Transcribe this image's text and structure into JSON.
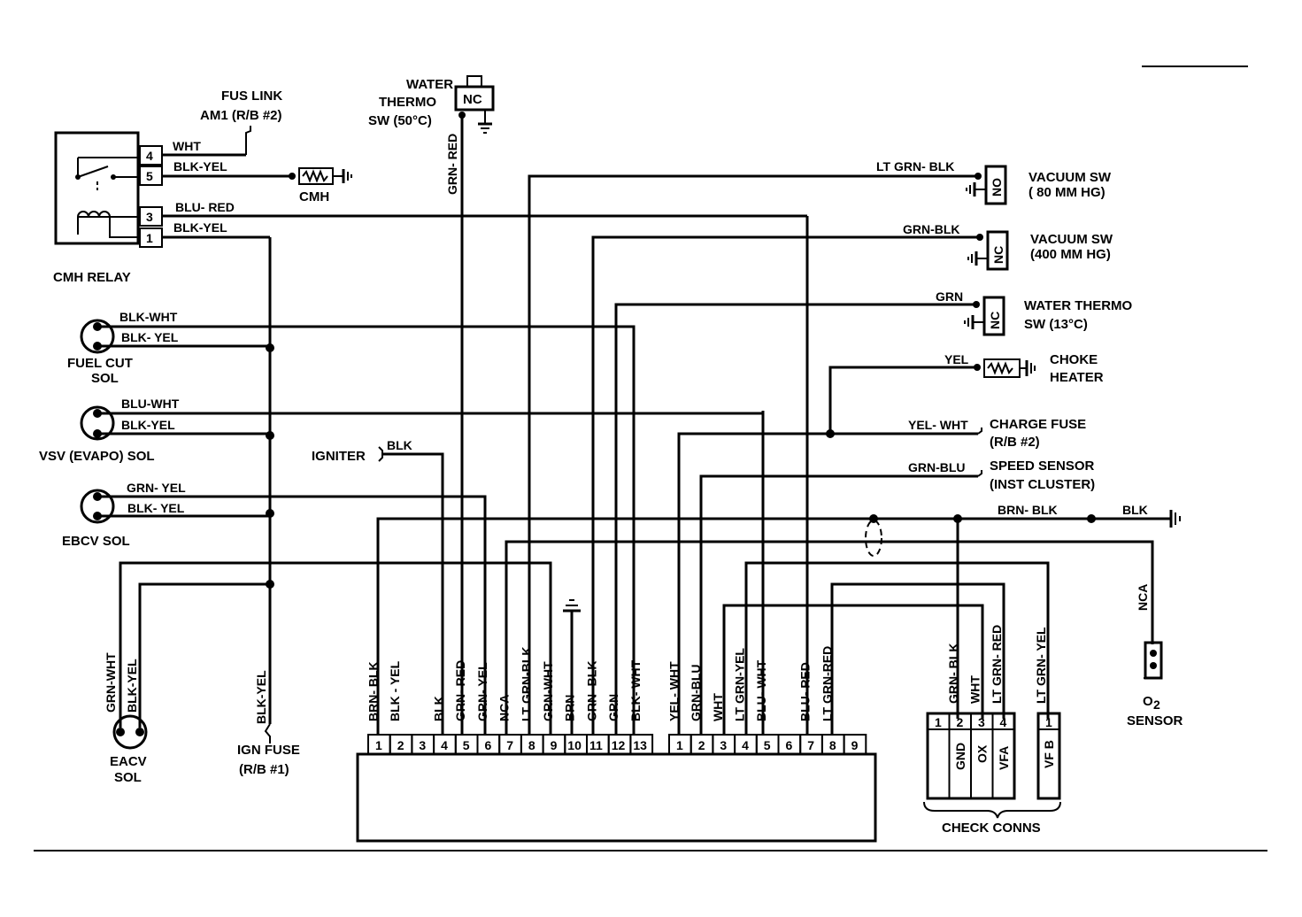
{
  "labels": {
    "fus_link": "FUS LINK",
    "fus_link_sub": "AM1 (R/B #2)",
    "cmh_relay": "CMH RELAY",
    "cmh": "CMH",
    "water_thermo_50_a": "WATER",
    "water_thermo_50_b": "THERMO",
    "water_thermo_50_c": "SW (50°C)",
    "vacuum_sw_80_a": "VACUUM SW",
    "vacuum_sw_80_b": "( 80 MM HG)",
    "vacuum_sw_400_a": "VACUUM SW",
    "vacuum_sw_400_b": "(400 MM HG)",
    "water_thermo_13_a": "WATER THERMO",
    "water_thermo_13_b": "SW (13°C)",
    "choke_heater_a": "CHOKE",
    "choke_heater_b": "HEATER",
    "charge_fuse_a": "CHARGE FUSE",
    "charge_fuse_b": "(R/B #2)",
    "speed_sensor_a": "SPEED SENSOR",
    "speed_sensor_b": "(INST CLUSTER)",
    "fuel_cut_a": "FUEL CUT",
    "fuel_cut_b": "SOL",
    "vsv_evapo": "VSV (EVAPO) SOL",
    "ebcv_sol": "EBCV SOL",
    "eacv_a": "EACV",
    "eacv_b": "SOL",
    "igniter": "IGNITER",
    "ign_fuse_a": "IGN FUSE",
    "ign_fuse_b": "(R/B #1)",
    "o2_sensor_a": "O",
    "o2_sensor_sub": "2",
    "o2_sensor_b": "SENSOR",
    "check_conns": "CHECK CONNS",
    "nc": "NC",
    "no": "NO"
  },
  "wires": {
    "wht": "WHT",
    "blk_yel": "BLK-YEL",
    "blu_red": "BLU- RED",
    "blk_yel_1": "BLK-YEL",
    "grn_red_top": "GRN- RED",
    "lt_grn_blk": "LT GRN- BLK",
    "grn_blk": "GRN-BLK",
    "grn": "GRN",
    "yel": "YEL",
    "yel_wht": "YEL- WHT",
    "grn_blu": "GRN-BLU",
    "brn_blk": "BRN- BLK",
    "blk": "BLK",
    "blk_wht_fuel": "BLK-WHT",
    "blk_yel_fuel": "BLK- YEL",
    "blu_wht_vsv": "BLU-WHT",
    "blk_yel_vsv": "BLK-YEL",
    "grn_yel_ebcv": "GRN- YEL",
    "blk_yel_ebcv": "BLK- YEL",
    "blk_igniter": "BLK",
    "grn_wht_eacv": "GRN-WHT",
    "blk_yel_eacv": "BLK-YEL",
    "blk_yel_ign": "BLK-YEL",
    "nca": "NCA"
  },
  "relay_pins": [
    "4",
    "5",
    "3",
    "1"
  ],
  "ecu_left": {
    "pins": [
      "1",
      "2",
      "3",
      "4",
      "5",
      "6",
      "7",
      "8",
      "9",
      "10",
      "11",
      "12",
      "13"
    ],
    "wires": [
      "BRN- BLK",
      "BLK - YEL",
      "BLK",
      "GRN- RED",
      "GRN- YEL",
      "NCA",
      "LT GRN-BLK",
      "GRN-WHT",
      "BRN",
      "GRN- BLK",
      "GRN",
      "BLK- WHT"
    ]
  },
  "ecu_right": {
    "pins": [
      "1",
      "2",
      "3",
      "4",
      "5",
      "6",
      "7",
      "8",
      "9"
    ],
    "wires": [
      "YEL- WHT",
      "GRN-BLU",
      "WHT",
      "LT GRN-YEL",
      "BLU- WHT",
      "BLU- RED",
      "LT GRN-RED"
    ]
  },
  "check_left": {
    "pins": [
      "1",
      "2",
      "3",
      "4"
    ],
    "wires": [
      "GRN- BLK",
      "WHT",
      "LT GRN- RED"
    ],
    "names": [
      "GND",
      "OX",
      "VFA"
    ]
  },
  "check_right": {
    "pin": "1",
    "wire": "LT GRN- YEL",
    "name": "VF B"
  }
}
